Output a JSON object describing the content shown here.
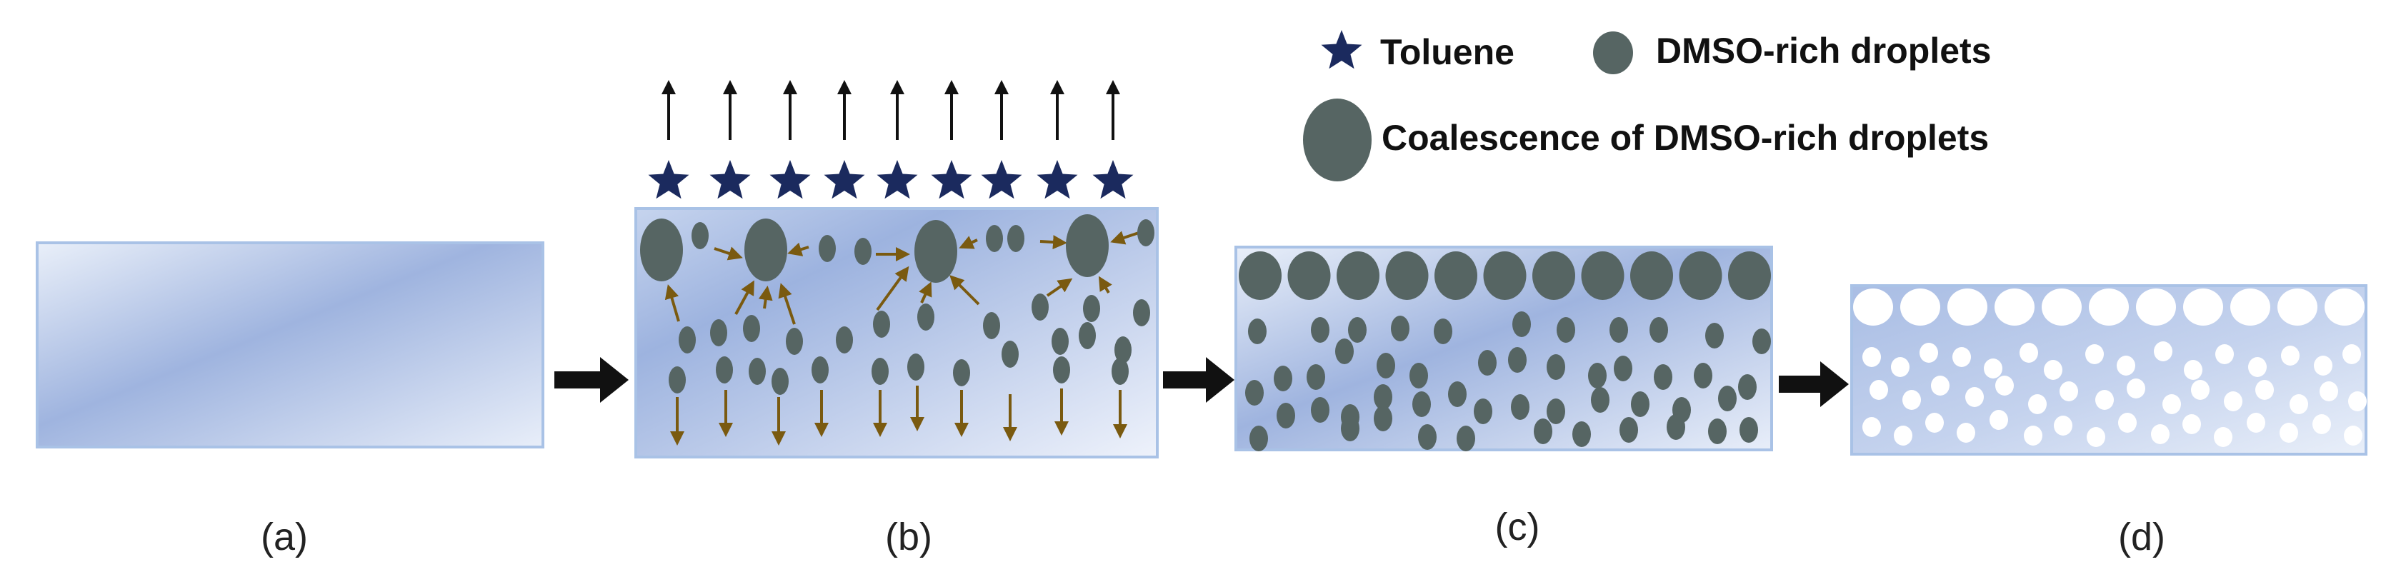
{
  "legend": {
    "toluene": "Toluene",
    "droplets": "DMSO-rich droplets",
    "coalescence": "Coalescence of DMSO-rich droplets"
  },
  "panels": [
    {
      "id": "a",
      "caption": "(a)"
    },
    {
      "id": "b",
      "caption": "(b)"
    },
    {
      "id": "c",
      "caption": "(c)"
    },
    {
      "id": "d",
      "caption": "(d)"
    }
  ],
  "colors": {
    "toluene_star": "#1b2a5e",
    "droplet": "#566563",
    "pore": "#ffffff",
    "diffusion_arrow": "#7a5a10",
    "process_arrow": "#111111",
    "film_light": "#e6edf9",
    "film_mid": "#9fb5e0",
    "film_border": "#a9c2e6"
  },
  "icons": {
    "toluene": "star-icon",
    "droplet": "ellipse-icon",
    "process_step": "arrow-right-icon"
  }
}
